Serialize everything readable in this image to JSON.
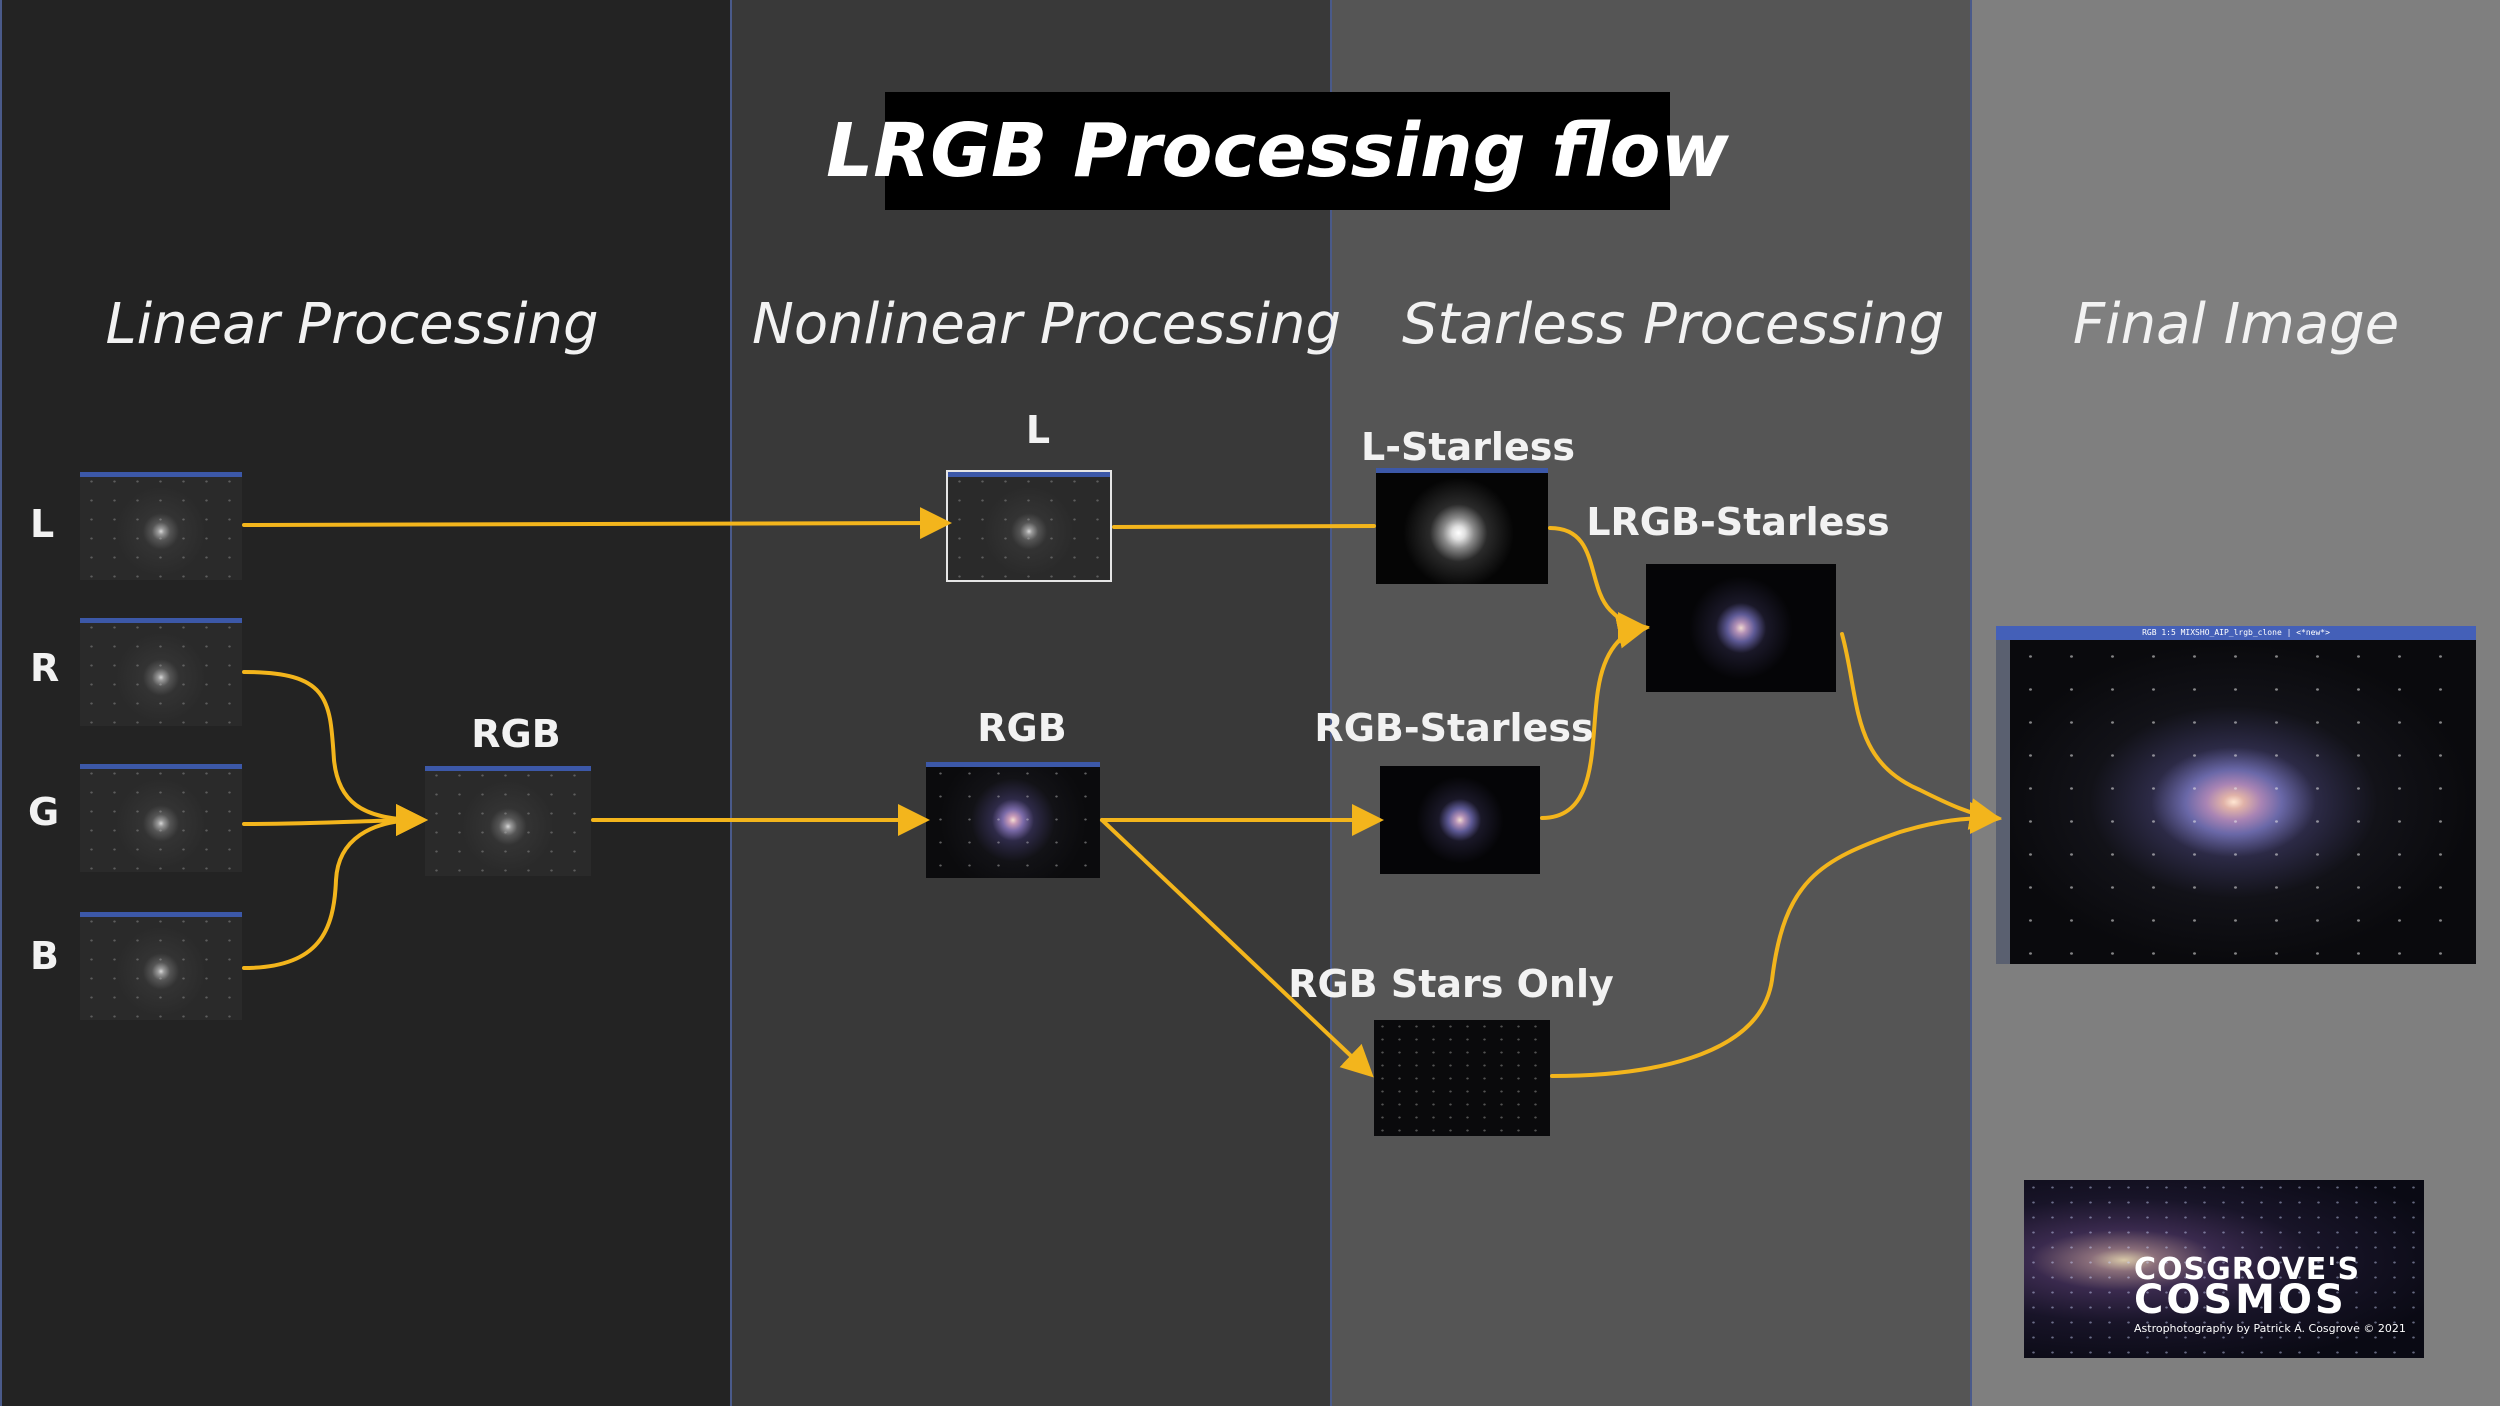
{
  "title": "LRGB Processing flow",
  "columns": {
    "linear": "Linear Processing",
    "nonlinear": "Nonlinear Processing",
    "starless": "Starless Processing",
    "final": "Final Image"
  },
  "channel_labels": {
    "l": "L",
    "r": "R",
    "g": "G",
    "b": "B"
  },
  "node_labels": {
    "rgb_combined": "RGB",
    "l_nonlinear": "L",
    "rgb_nonlinear": "RGB",
    "l_starless": "L-Starless",
    "lrgb_starless": "LRGB-Starless",
    "rgb_starless": "RGB-Starless",
    "rgb_stars_only": "RGB Stars Only"
  },
  "final_window_title": "RGB 1:5 MIXSHO_AIP_lrgb_clone | <*new*>",
  "logo": {
    "line1": "COSGROVE'S",
    "line2": "COSMOS",
    "line3": "Astrophotography by Patrick A. Cosgrove © 2021"
  },
  "colors": {
    "arrow": "#f3b51c",
    "divider": "#4a5a8a"
  }
}
